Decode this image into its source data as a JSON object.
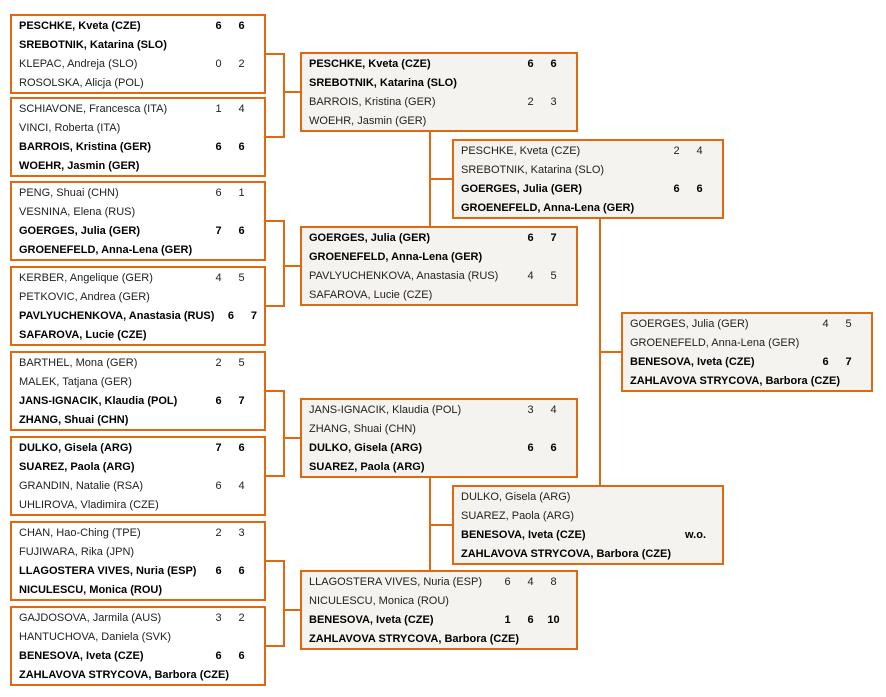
{
  "colors": {
    "border": "#e0680f",
    "round_box_bg": "#f4f3ef"
  },
  "rounds": [
    {
      "matches": [
        {
          "teams": [
            {
              "p1": "PESCHKE, Kveta (CZE)",
              "p2": "SREBOTNIK, Katarina (SLO)",
              "winner": true,
              "s": [
                "6",
                "6"
              ]
            },
            {
              "p1": "KLEPAC, Andreja (SLO)",
              "p2": "ROSOLSKA, Alicja (POL)",
              "winner": false,
              "s": [
                "0",
                "2"
              ]
            }
          ]
        },
        {
          "teams": [
            {
              "p1": "SCHIAVONE, Francesca (ITA)",
              "p2": "VINCI, Roberta (ITA)",
              "winner": false,
              "s": [
                "1",
                "4"
              ]
            },
            {
              "p1": "BARROIS, Kristina (GER)",
              "p2": "WOEHR, Jasmin (GER)",
              "winner": true,
              "s": [
                "6",
                "6"
              ]
            }
          ]
        },
        {
          "teams": [
            {
              "p1": "PENG, Shuai (CHN)",
              "p2": "VESNINA, Elena (RUS)",
              "winner": false,
              "s": [
                "6",
                "1"
              ]
            },
            {
              "p1": "GOERGES, Julia (GER)",
              "p2": "GROENEFELD, Anna-Lena (GER)",
              "winner": true,
              "s": [
                "7",
                "6"
              ]
            }
          ]
        },
        {
          "teams": [
            {
              "p1": "KERBER, Angelique (GER)",
              "p2": "PETKOVIC, Andrea (GER)",
              "winner": false,
              "s": [
                "4",
                "5"
              ]
            },
            {
              "p1": "PAVLYUCHENKOVA, Anastasia (RUS)",
              "p2": "SAFAROVA, Lucie (CZE)",
              "winner": true,
              "s": [
                "6",
                "7"
              ]
            }
          ]
        },
        {
          "teams": [
            {
              "p1": "BARTHEL, Mona (GER)",
              "p2": "MALEK, Tatjana (GER)",
              "winner": false,
              "s": [
                "2",
                "5"
              ]
            },
            {
              "p1": "JANS-IGNACIK, Klaudia (POL)",
              "p2": "ZHANG, Shuai (CHN)",
              "winner": true,
              "s": [
                "6",
                "7"
              ]
            }
          ]
        },
        {
          "teams": [
            {
              "p1": "DULKO, Gisela (ARG)",
              "p2": "SUAREZ, Paola (ARG)",
              "winner": true,
              "s": [
                "7",
                "6"
              ]
            },
            {
              "p1": "GRANDIN, Natalie (RSA)",
              "p2": "UHLIROVA, Vladimira (CZE)",
              "winner": false,
              "s": [
                "6",
                "4"
              ]
            }
          ]
        },
        {
          "teams": [
            {
              "p1": "CHAN, Hao-Ching (TPE)",
              "p2": "FUJIWARA, Rika (JPN)",
              "winner": false,
              "s": [
                "2",
                "3"
              ]
            },
            {
              "p1": "LLAGOSTERA VIVES, Nuria (ESP)",
              "p2": "NICULESCU, Monica (ROU)",
              "winner": true,
              "s": [
                "6",
                "6"
              ]
            }
          ]
        },
        {
          "teams": [
            {
              "p1": "GAJDOSOVA, Jarmila (AUS)",
              "p2": "HANTUCHOVA, Daniela (SVK)",
              "winner": false,
              "s": [
                "3",
                "2"
              ]
            },
            {
              "p1": "BENESOVA, Iveta (CZE)",
              "p2": "ZAHLAVOVA STRYCOVA, Barbora (CZE)",
              "winner": true,
              "s": [
                "6",
                "6"
              ]
            }
          ]
        }
      ]
    },
    {
      "matches": [
        {
          "teams": [
            {
              "p1": "PESCHKE, Kveta (CZE)",
              "p2": "SREBOTNIK, Katarina (SLO)",
              "winner": true,
              "s": [
                "6",
                "6"
              ]
            },
            {
              "p1": "BARROIS, Kristina (GER)",
              "p2": "WOEHR, Jasmin (GER)",
              "winner": false,
              "s": [
                "2",
                "3"
              ]
            }
          ]
        },
        {
          "teams": [
            {
              "p1": "GOERGES, Julia (GER)",
              "p2": "GROENEFELD, Anna-Lena (GER)",
              "winner": true,
              "s": [
                "6",
                "7"
              ]
            },
            {
              "p1": "PAVLYUCHENKOVA, Anastasia (RUS)",
              "p2": "SAFAROVA, Lucie (CZE)",
              "winner": false,
              "s": [
                "4",
                "5"
              ]
            }
          ]
        },
        {
          "teams": [
            {
              "p1": "JANS-IGNACIK, Klaudia (POL)",
              "p2": "ZHANG, Shuai (CHN)",
              "winner": false,
              "s": [
                "3",
                "4"
              ]
            },
            {
              "p1": "DULKO, Gisela (ARG)",
              "p2": "SUAREZ, Paola (ARG)",
              "winner": true,
              "s": [
                "6",
                "6"
              ]
            }
          ]
        },
        {
          "teams": [
            {
              "p1": "LLAGOSTERA VIVES, Nuria (ESP)",
              "p2": "NICULESCU, Monica (ROU)",
              "winner": false,
              "s": [
                "6",
                "4",
                "8"
              ]
            },
            {
              "p1": "BENESOVA, Iveta (CZE)",
              "p2": "ZAHLAVOVA STRYCOVA, Barbora (CZE)",
              "winner": true,
              "s": [
                "1",
                "6",
                "10"
              ]
            }
          ]
        }
      ]
    },
    {
      "matches": [
        {
          "teams": [
            {
              "p1": "PESCHKE, Kveta (CZE)",
              "p2": "SREBOTNIK, Katarina (SLO)",
              "winner": false,
              "s": [
                "2",
                "4"
              ]
            },
            {
              "p1": "GOERGES, Julia (GER)",
              "p2": "GROENEFELD, Anna-Lena (GER)",
              "winner": true,
              "s": [
                "6",
                "6"
              ]
            }
          ]
        },
        {
          "teams": [
            {
              "p1": "DULKO, Gisela (ARG)",
              "p2": "SUAREZ, Paola (ARG)",
              "winner": false,
              "s": []
            },
            {
              "p1": "BENESOVA, Iveta (CZE)",
              "p2": "ZAHLAVOVA STRYCOVA, Barbora (CZE)",
              "winner": true,
              "s": [
                "w.o."
              ]
            }
          ]
        }
      ]
    },
    {
      "matches": [
        {
          "teams": [
            {
              "p1": "GOERGES, Julia (GER)",
              "p2": "GROENEFELD, Anna-Lena (GER)",
              "winner": false,
              "s": [
                "4",
                "5"
              ]
            },
            {
              "p1": "BENESOVA, Iveta (CZE)",
              "p2": "ZAHLAVOVA STRYCOVA, Barbora (CZE)",
              "winner": true,
              "s": [
                "6",
                "7"
              ]
            }
          ]
        }
      ]
    }
  ]
}
